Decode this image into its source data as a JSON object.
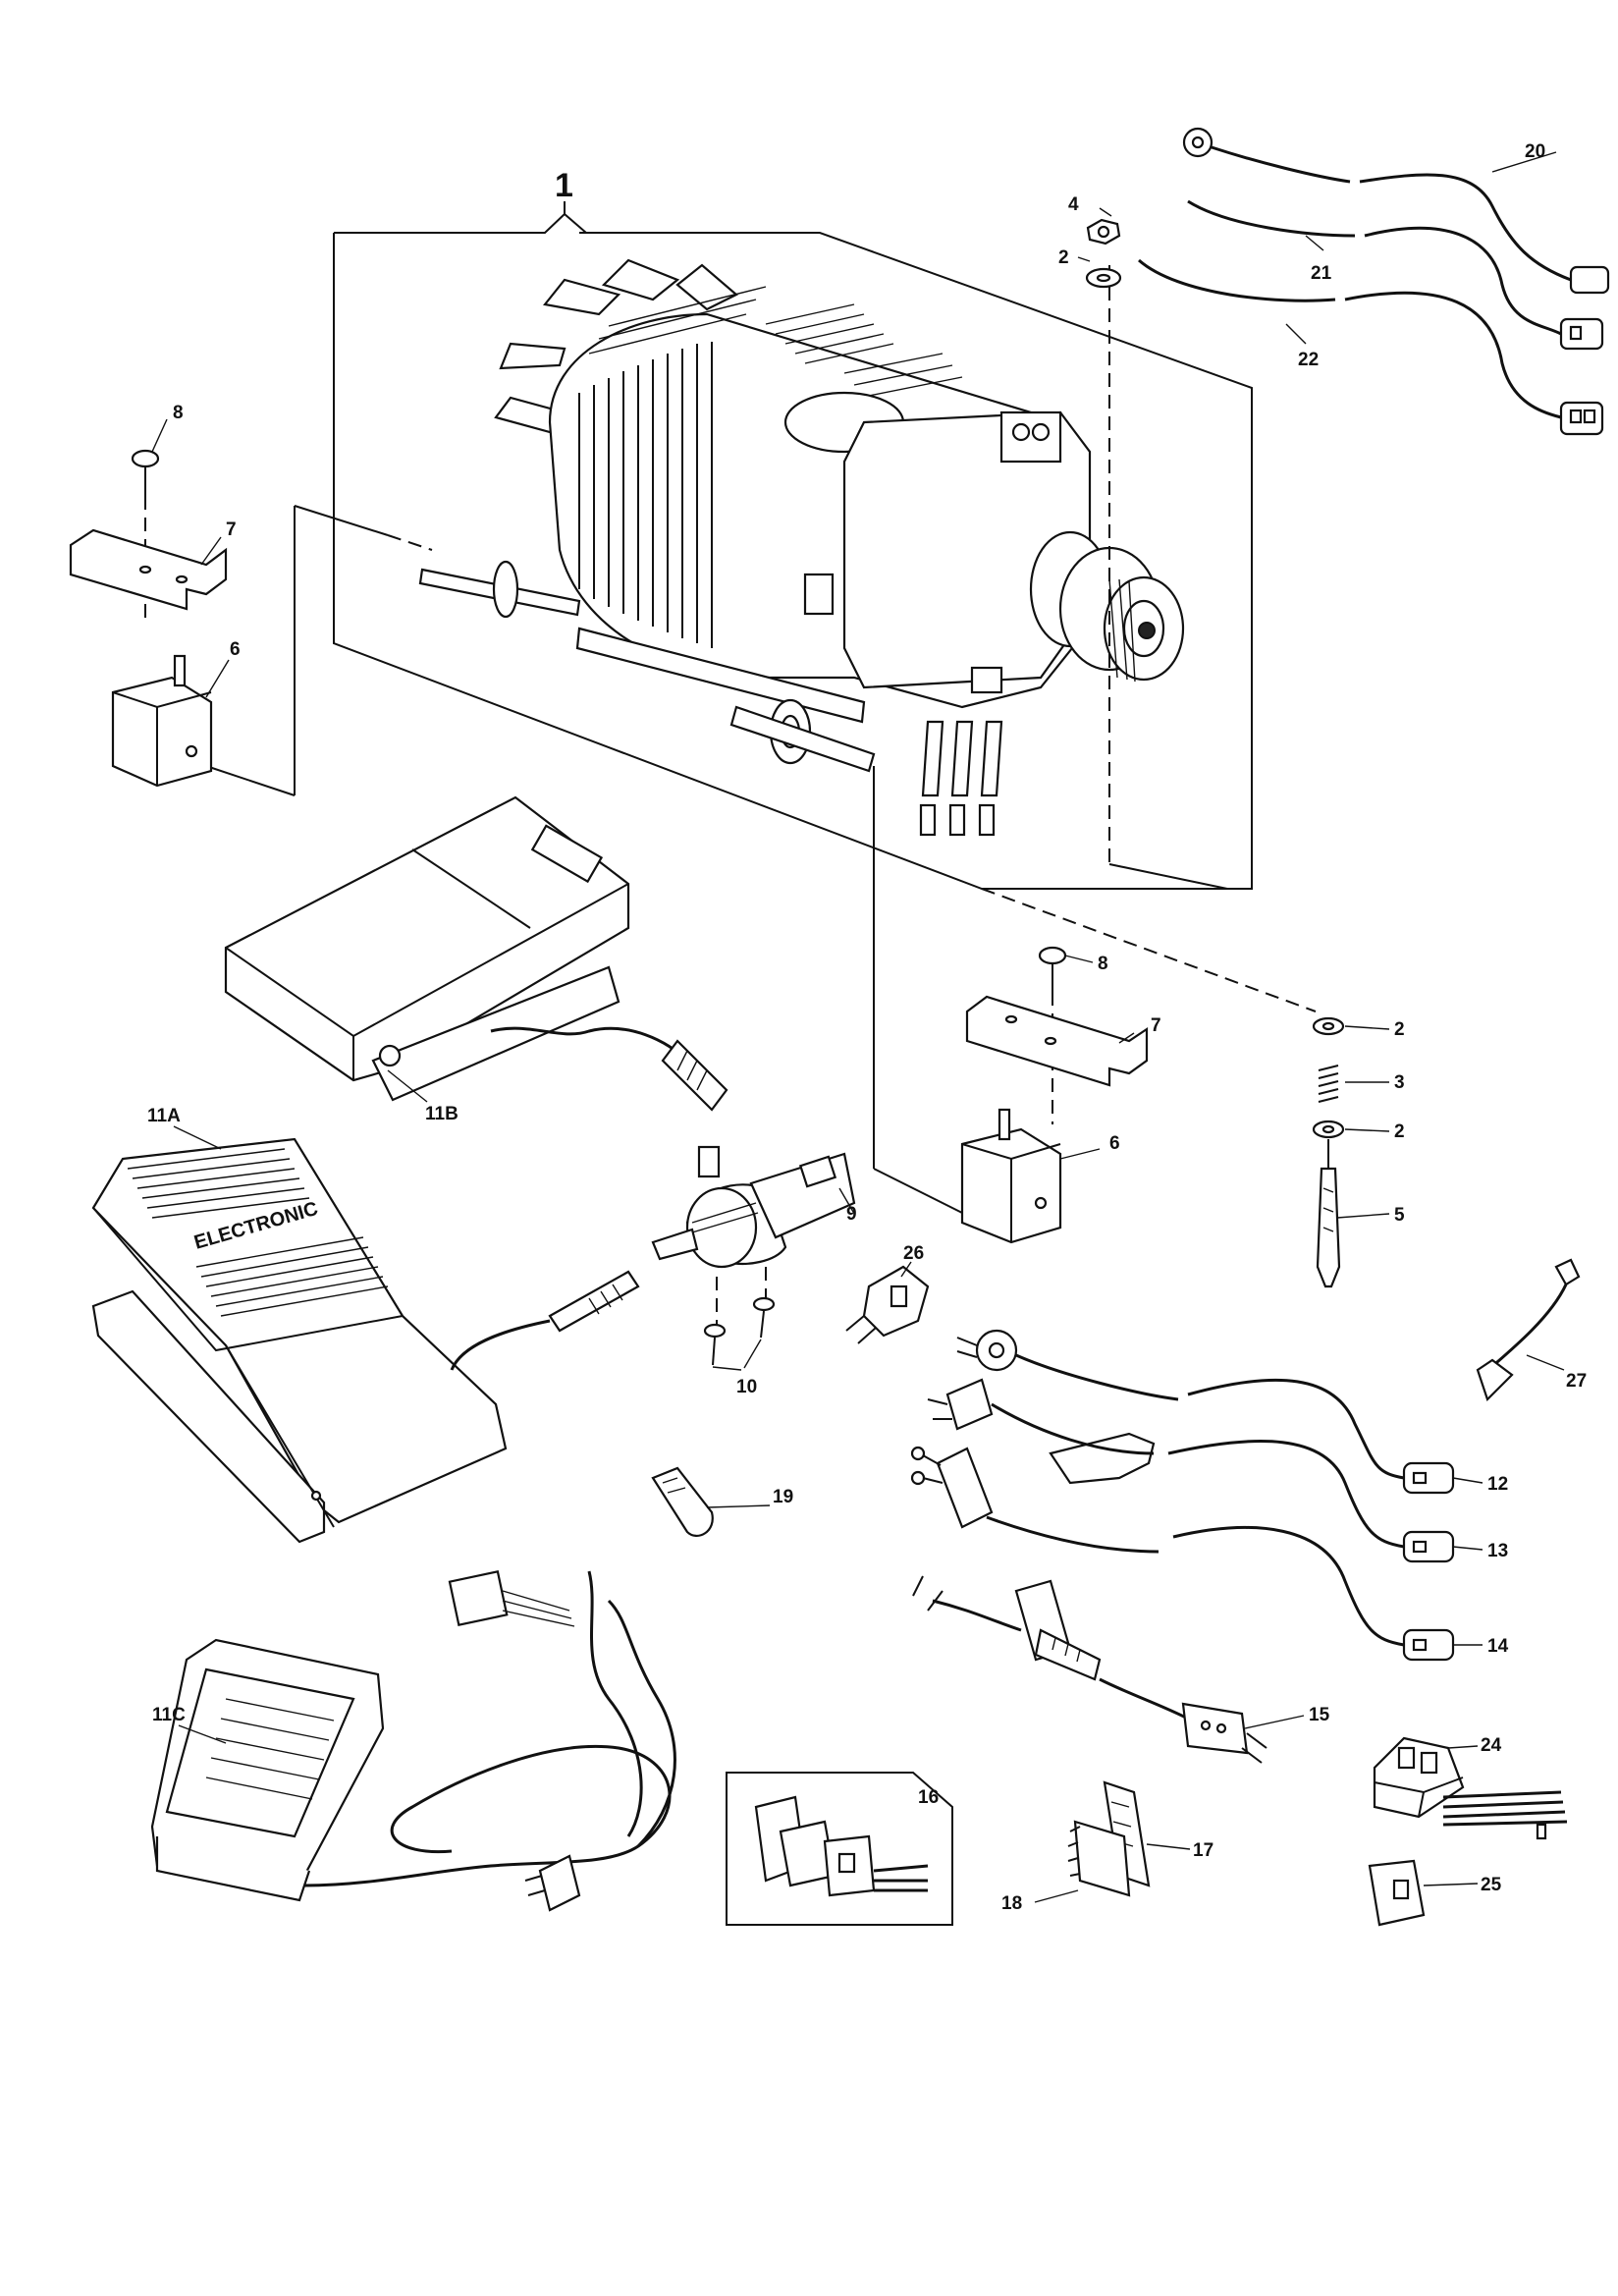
{
  "diagram": {
    "part_labels": {
      "p1": "1",
      "p2a": "2",
      "p2b": "2",
      "p2c": "2",
      "p3": "3",
      "p4": "4",
      "p5": "5",
      "p6a": "6",
      "p6b": "6",
      "p7a": "7",
      "p7b": "7",
      "p8a": "8",
      "p8b": "8",
      "p9": "9",
      "p10": "10",
      "p11a": "11A",
      "p11b": "11B",
      "p11c": "11C",
      "p12": "12",
      "p13": "13",
      "p14": "14",
      "p15": "15",
      "p16": "16",
      "p17": "17",
      "p18": "18",
      "p19": "19",
      "p20": "20",
      "p21": "21",
      "p22": "22",
      "p24": "24",
      "p25": "25",
      "p26": "26",
      "p27": "27"
    },
    "embossed_text": {
      "pedal_11a": "ELECTRONIC"
    }
  }
}
